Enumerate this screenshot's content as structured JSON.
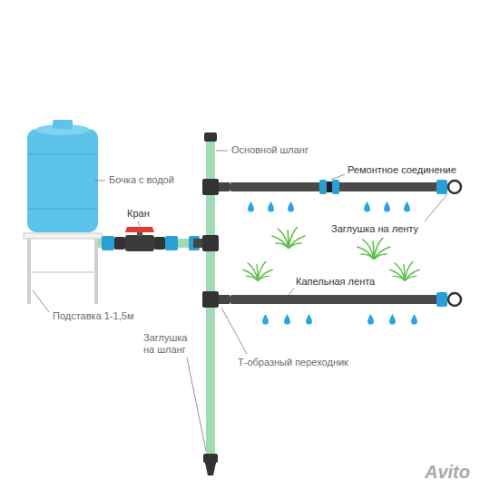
{
  "diagram": {
    "labels": [
      "Бочка с водой",
      "Кран",
      "Подставка 1-1,5м",
      "Основной шланг",
      "Ремонтное соединение",
      "Заглушка на ленту",
      "Капельная лента",
      "Заглушка на шланг",
      "Т-образный переходник",
      "Avito"
    ]
  }
}
